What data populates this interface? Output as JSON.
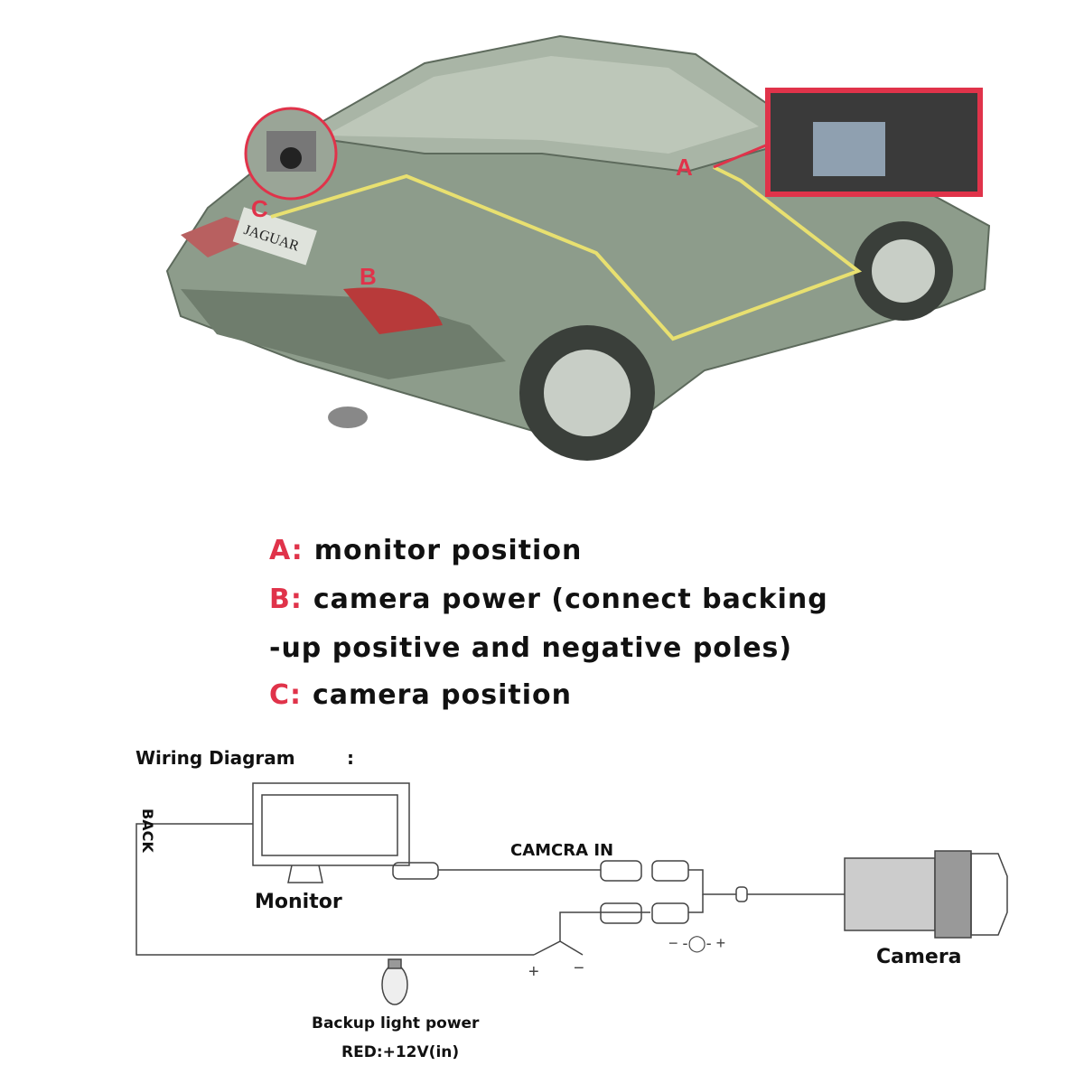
{
  "car_image": {
    "badge": "JAGUAR",
    "markers": {
      "a": "A",
      "b": "B",
      "c": "C"
    },
    "colors": {
      "wire": "#e8e070",
      "marker": "#e0334a",
      "body": "#8a9a88"
    }
  },
  "legend": [
    {
      "key": "A:",
      "text": "monitor  position"
    },
    {
      "key": "B:",
      "text": "camera power (connect backing"
    },
    {
      "key": "",
      "text": "-up positive and negative poles)"
    },
    {
      "key": "C:",
      "text": "camera position"
    }
  ],
  "wiring": {
    "title": "Wiring Diagram",
    "title_suffix": ":",
    "monitor_label": "Monitor",
    "back_label": "BACK",
    "camcra_label": "CAMCRA IN",
    "camera_label": "Camera",
    "polarity_plus": "+",
    "polarity_minus": "−",
    "dc_symbol": "− -◯- +",
    "backup_label": "Backup light power",
    "red_label": "RED:+12V(in)"
  }
}
